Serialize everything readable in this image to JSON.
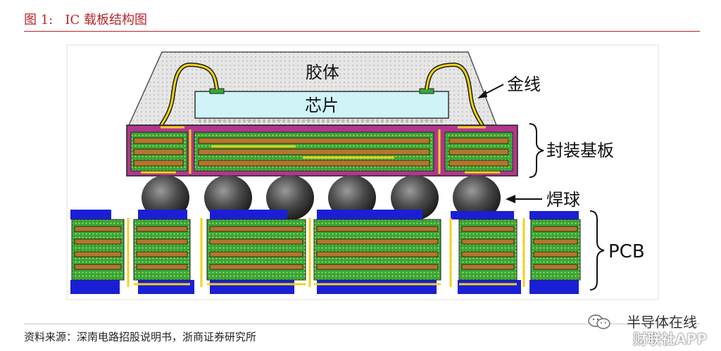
{
  "figure": {
    "number": "图 1:",
    "title": "IC 载板结构图"
  },
  "labels": {
    "encapsulant": "胶体",
    "chip": "芯片",
    "gold_wire": "金线",
    "package_substrate": "封装基板",
    "solder_ball": "焊球",
    "pcb": "PCB"
  },
  "source": "资料来源：深南电路招股说明书，浙商证券研究所",
  "watermark": {
    "line1": "半导体在线",
    "line2": "财联社APP"
  },
  "colors": {
    "title_red": "#b5252a",
    "laminate_green": "#35a83a",
    "copper_brown": "#b3762e",
    "trace_yellow": "#f2d21a",
    "solder_mask_magenta": "#b0378e",
    "pcb_pad_blue": "#1a1fd6",
    "chip_cyan": "#cff3f7",
    "encapsulant_gray": "#e4e4e4",
    "solder_ball_gray": "#4a4a4a"
  }
}
